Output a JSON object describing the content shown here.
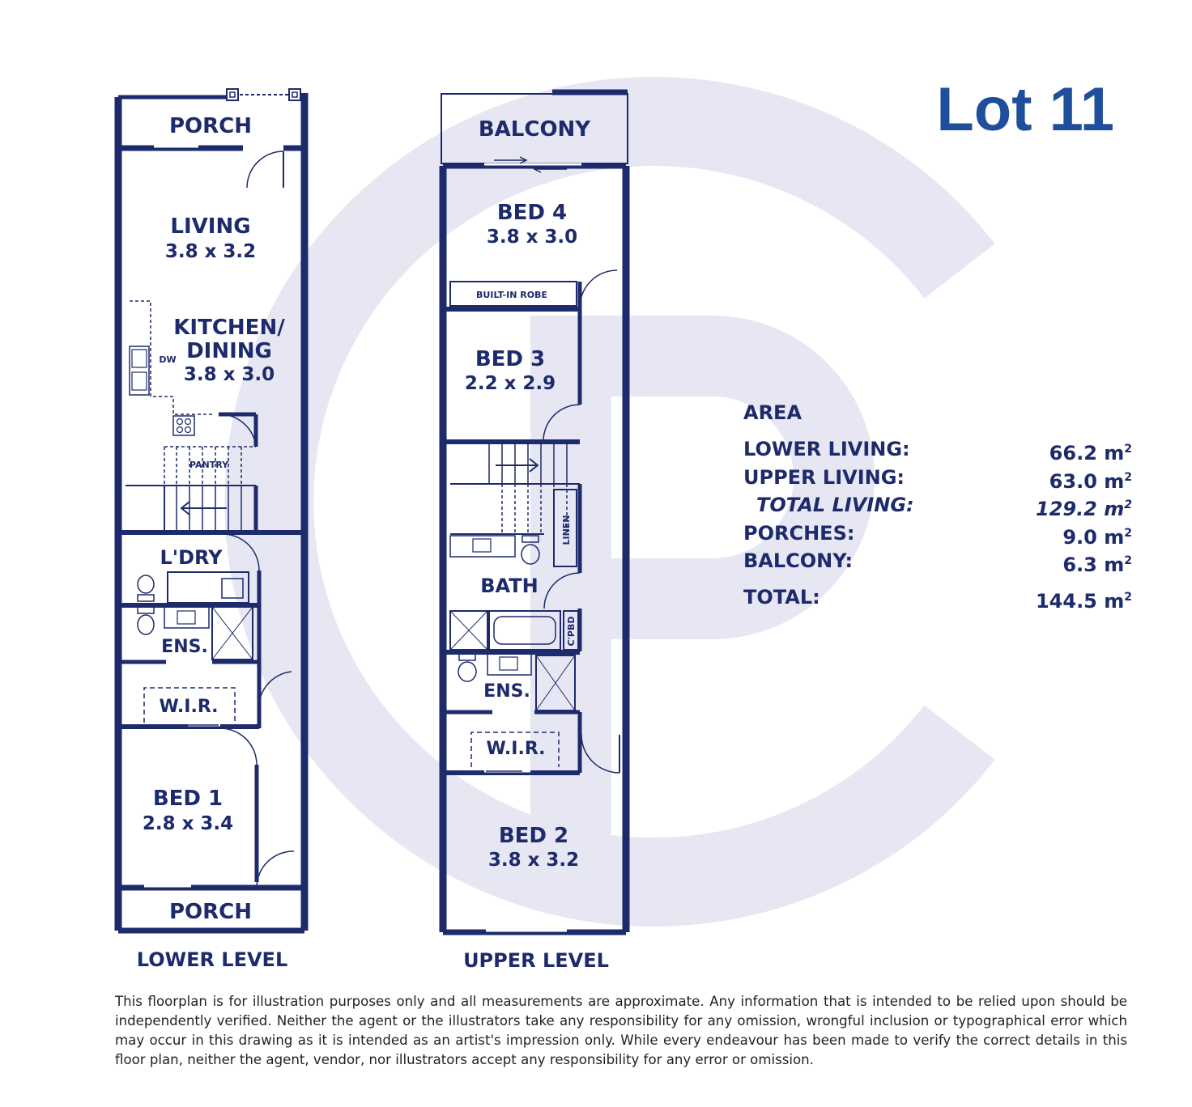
{
  "lot_title": "Lot 11",
  "lower_level": {
    "label": "LOWER LEVEL",
    "porch_top": "PORCH",
    "living": {
      "name": "LIVING",
      "size": "3.8 x 3.2"
    },
    "kitchen": {
      "name_line1": "KITCHEN/",
      "name_line2": "DINING",
      "size": "3.8 x 3.0"
    },
    "dw": "DW",
    "pantry": "PANTRY",
    "laundry": "L'DRY",
    "ensuite": "ENS.",
    "wir": "W.I.R.",
    "bed1": {
      "name": "BED 1",
      "size": "2.8 x 3.4"
    },
    "porch_bottom": "PORCH"
  },
  "upper_level": {
    "label": "UPPER LEVEL",
    "balcony": "BALCONY",
    "bed4": {
      "name": "BED 4",
      "size": "3.8 x 3.0"
    },
    "built_in_robe": "BUILT-IN ROBE",
    "bed3": {
      "name": "BED 3",
      "size": "2.2 x 2.9"
    },
    "linen": "LINEN",
    "bath": "BATH",
    "cpbd": "C'PBD",
    "ensuite": "ENS.",
    "wir": "W.I.R.",
    "bed2": {
      "name": "BED 2",
      "size": "3.8 x 3.2"
    }
  },
  "area": {
    "heading": "AREA",
    "rows": [
      {
        "label": "LOWER LIVING:",
        "value": "66.2 m",
        "unit_sup": "2"
      },
      {
        "label": "UPPER LIVING:",
        "value": "63.0 m",
        "unit_sup": "2"
      },
      {
        "label": "TOTAL LIVING:",
        "value": "129.2 m",
        "unit_sup": "2"
      },
      {
        "label": "PORCHES:",
        "value": "9.0 m",
        "unit_sup": "2"
      },
      {
        "label": "BALCONY:",
        "value": "6.3 m",
        "unit_sup": "2"
      }
    ],
    "total": {
      "label": "TOTAL:",
      "value": "144.5 m",
      "unit_sup": "2"
    }
  },
  "disclaimer": "This floorplan is for illustration purposes only and all measurements are approximate. Any information that is intended to be relied upon should be independently verified. Neither the agent or the illustrators take any responsibility for any omission, wrongful inclusion or typographical error which may occur in this drawing as it is intended as an artist's impression only. While every endeavour has been made to verify the correct details in this floor plan, neither the agent, vendor, nor illustrators accept any responsibility for any error or omission.",
  "colors": {
    "wall": "#1d2a6b",
    "title": "#1f4e9c",
    "watermark": "#e6e6f2"
  }
}
